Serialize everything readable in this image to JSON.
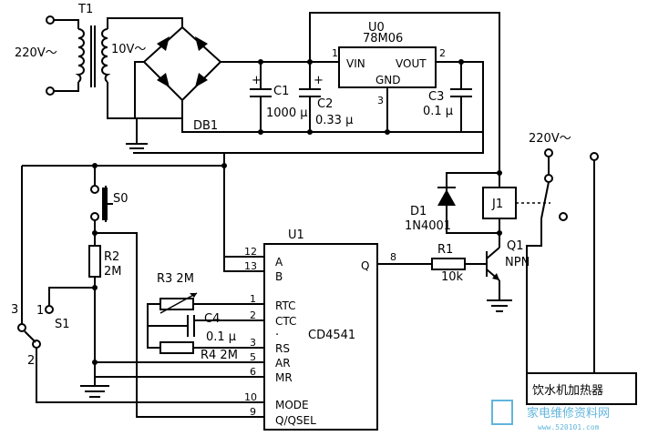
{
  "transformer": {
    "ref": "T1",
    "primary": "220V～",
    "secondary": "10V～"
  },
  "bridge": {
    "ref": "DB1"
  },
  "regulator": {
    "ref": "U0",
    "part": "78M06",
    "vin": "VIN",
    "vout": "VOUT",
    "gnd": "GND",
    "pin_in": "1",
    "pin_out": "2",
    "pin_gnd": "3"
  },
  "capacitors": {
    "c1": {
      "ref": "C1",
      "value": "1000 μ",
      "polarity": "+"
    },
    "c2": {
      "ref": "C2",
      "value": "0.33 μ",
      "polarity": "+"
    },
    "c3": {
      "ref": "C3",
      "value": "0.1 μ"
    },
    "c4": {
      "ref": "C4",
      "value": "0.1 μ"
    }
  },
  "resistors": {
    "r1": {
      "ref": "R1",
      "value": "10k"
    },
    "r2": {
      "ref": "R2",
      "value": "2M"
    },
    "r3": {
      "label": "R3 2M"
    },
    "r4": {
      "label": "R4 2M"
    }
  },
  "switches": {
    "s0": "S0",
    "s1": "S1",
    "s1_pin1": "1",
    "s1_pin2": "2",
    "s1_pin3": "3"
  },
  "diode": {
    "ref": "D1",
    "part": "1N4001"
  },
  "transistor": {
    "ref": "Q1",
    "type": "NPN"
  },
  "relay": {
    "ref": "J1"
  },
  "mains": {
    "label": "220V～"
  },
  "load": {
    "label": "饮水机加热器"
  },
  "ic": {
    "ref": "U1",
    "part": "CD4541",
    "dot": "·",
    "pins": [
      {
        "num": "12",
        "name": "A"
      },
      {
        "num": "13",
        "name": "B"
      },
      {
        "num": "1",
        "name": "RTC"
      },
      {
        "num": "2",
        "name": "CTC"
      },
      {
        "num": "3",
        "name": "RS"
      },
      {
        "num": "5",
        "name": "AR"
      },
      {
        "num": "6",
        "name": "MR"
      },
      {
        "num": "10",
        "name": "MODE"
      },
      {
        "num": "9",
        "name": "Q/QSEL"
      }
    ],
    "out_pin": {
      "num": "8",
      "name": "Q"
    }
  },
  "watermark": {
    "text": "家电维修资料网",
    "url": "www.520101.com"
  }
}
